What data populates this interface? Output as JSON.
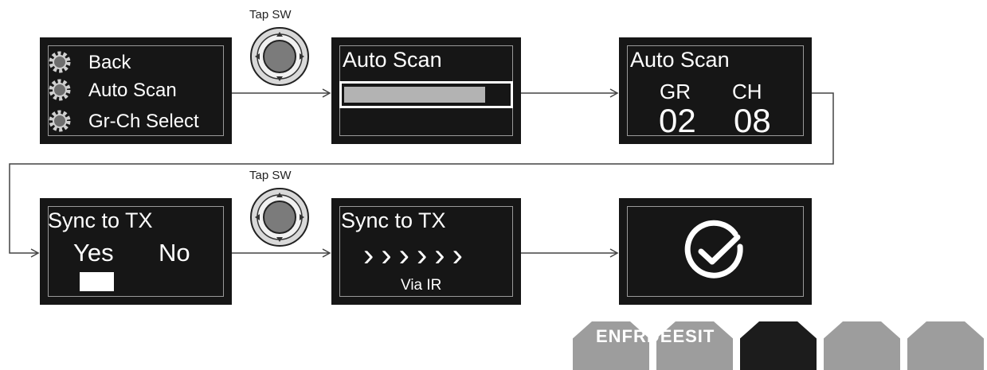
{
  "tap_labels": [
    "Tap SW",
    "Tap SW"
  ],
  "menu": {
    "items": [
      {
        "label": "Back",
        "icon": "gear-icon"
      },
      {
        "label": "Auto Scan",
        "icon": "gear-icon"
      },
      {
        "label": "Gr-Ch Select",
        "icon": "gear-icon"
      }
    ]
  },
  "auto_scan": {
    "title": "Auto Scan",
    "progress": 0.86
  },
  "scan_result": {
    "title": "Auto Scan",
    "gr_label": "GR",
    "ch_label": "CH",
    "gr_value": "02",
    "ch_value": "08"
  },
  "sync_prompt": {
    "title": "Sync to TX",
    "yes": "Yes",
    "no": "No",
    "selected": "Yes"
  },
  "sync_progress": {
    "title": "Sync to TX",
    "chevrons": "››››››",
    "chevron_count": 6,
    "note": "Via IR"
  },
  "done": {
    "icon": "check-circle-icon"
  },
  "language_tabs": {
    "label": "ENFRDEESIT",
    "colors": [
      "#9d9d9d",
      "#9d9d9d",
      "#1c1c1c",
      "#9d9d9d",
      "#9d9d9d"
    ]
  }
}
